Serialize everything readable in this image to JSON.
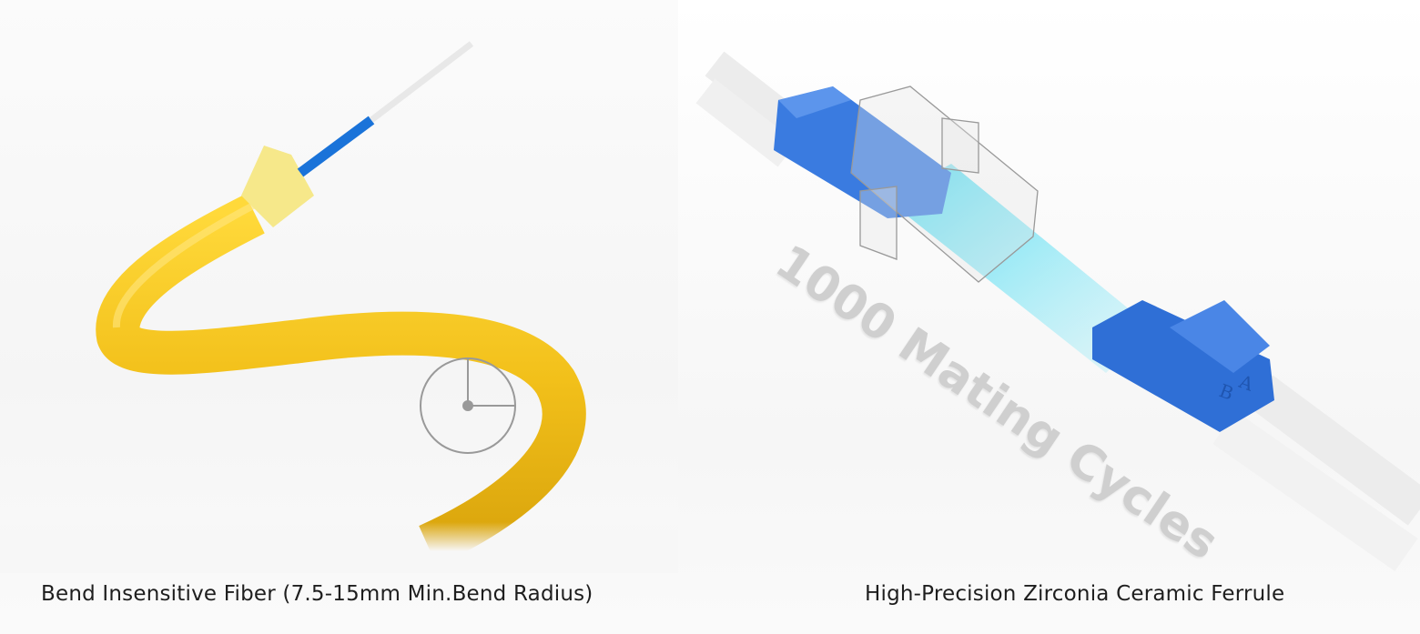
{
  "left_panel": {
    "caption": "Bend Insensitive Fiber (7.5-15mm Min.Bend Radius)",
    "cable_color": "#f2c21c",
    "fiber_color": "#1a73d9"
  },
  "right_panel": {
    "caption": "High-Precision Zirconia Ceramic Ferrule",
    "overlay_text": "1000 Mating Cycles",
    "connector_labels": [
      "B",
      "A"
    ],
    "connector_color": "#2f6fd6"
  }
}
